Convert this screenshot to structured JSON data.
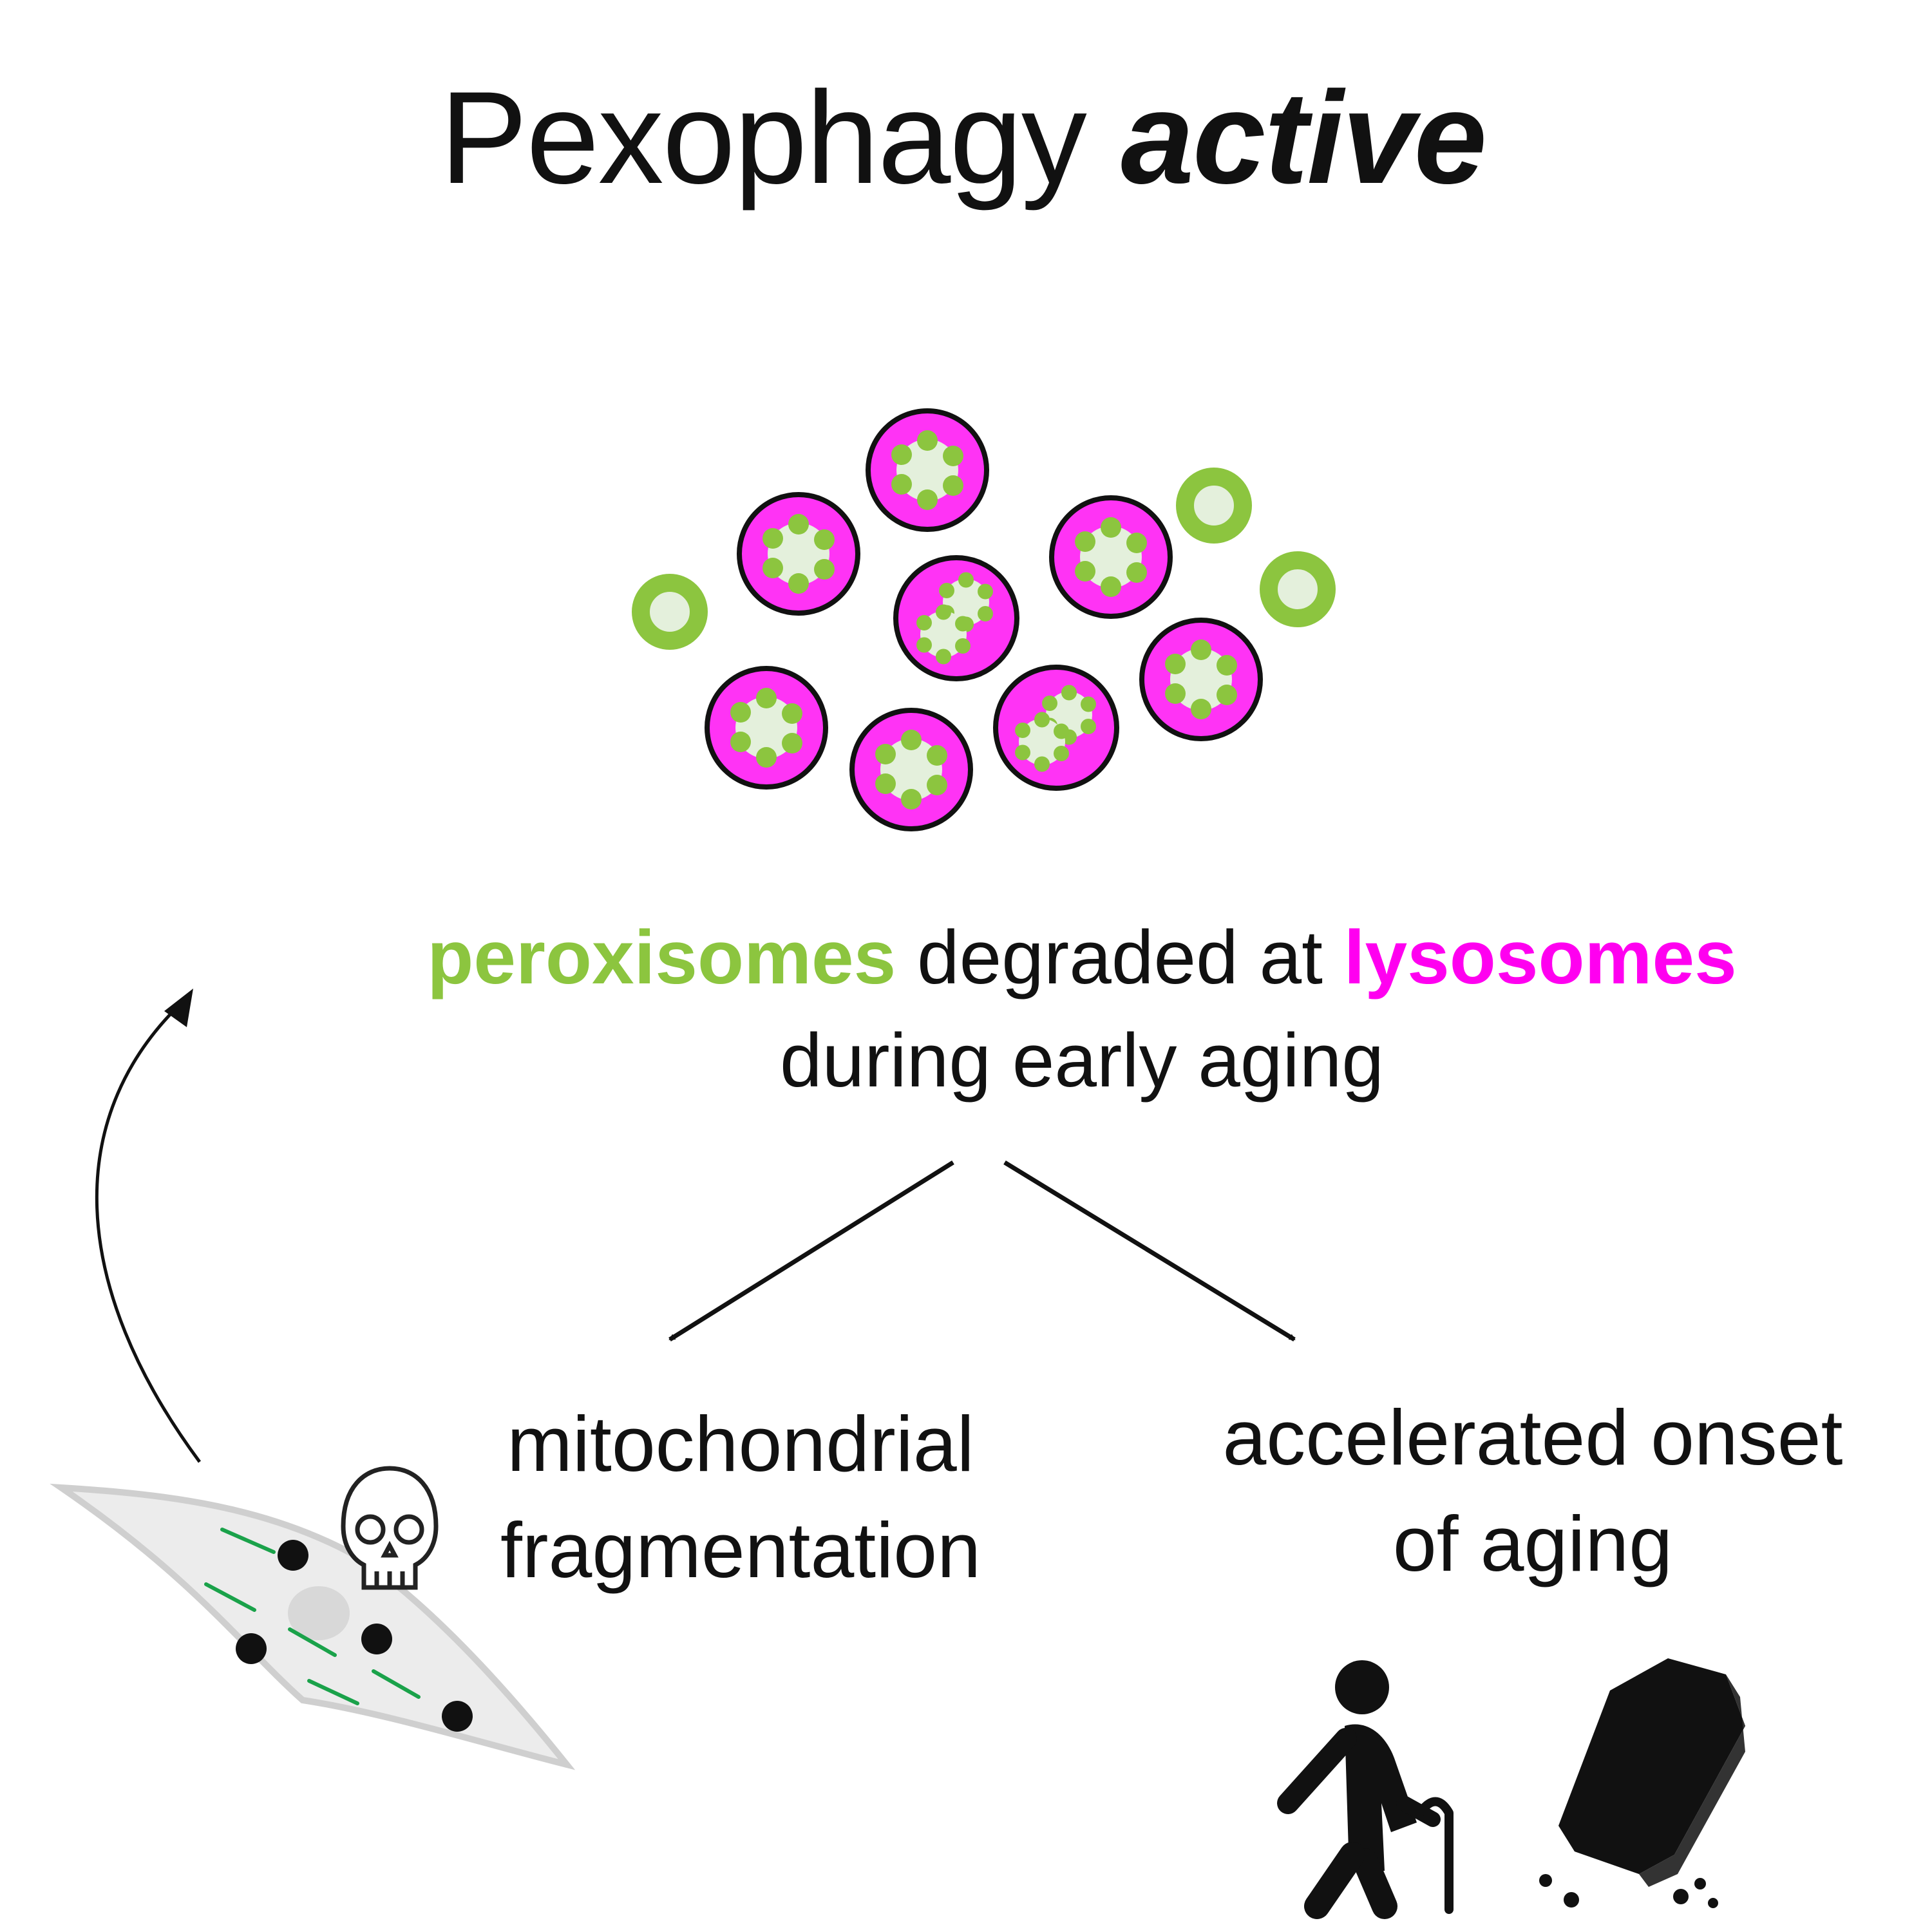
{
  "title": {
    "prefix": "Pexophagy",
    "emphasis": "active"
  },
  "caption": {
    "peroxisomes": "peroxisomes",
    "middle": " degraded at ",
    "lysosomes": "lysosomes",
    "line2": "during early aging"
  },
  "outcomes": {
    "left": {
      "line1": "mitochondrial",
      "line2": "fragmentation"
    },
    "right": {
      "line1": "accelerated onset",
      "line2": "of aging"
    }
  },
  "colors": {
    "peroxisome_green": "#8cc53f",
    "lysosome_magenta": "#ff00f0",
    "cargo_pale": "#e4f0dc",
    "ink": "#111111"
  },
  "icons": [
    "lysosome-icon",
    "peroxisome-icon",
    "skull-icon",
    "cell-icon",
    "elderly-person-icon",
    "coffin-icon"
  ]
}
